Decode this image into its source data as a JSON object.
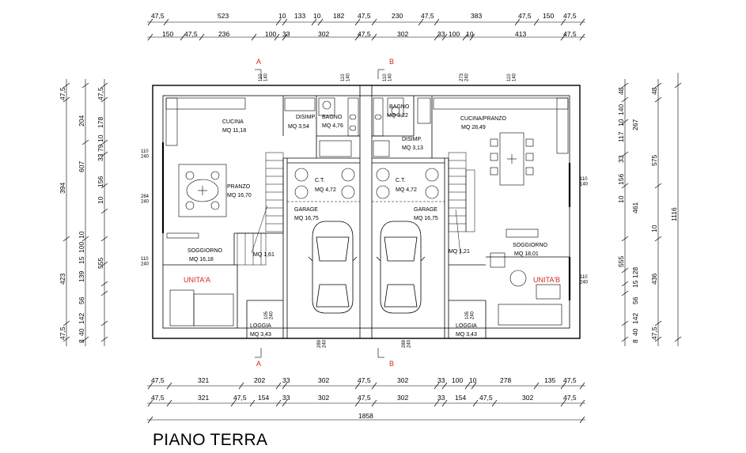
{
  "title": "PIANO TERRA",
  "colors": {
    "line": "#000000",
    "section_mark": "#d0281e"
  },
  "dims_top_row1": [
    "47,5",
    "523",
    "10",
    "133",
    "10",
    "182",
    "47,5",
    "230",
    "47,5",
    "383",
    "47,5",
    "150",
    "47,5"
  ],
  "dims_top_row2": [
    "150",
    "47,5",
    "236",
    "100",
    "33",
    "302",
    "47,5",
    "302",
    "33",
    "100",
    "10",
    "413",
    "47,5"
  ],
  "dims_bottom_row1": [
    "47,5",
    "321",
    "202",
    "33",
    "302",
    "47,5",
    "302",
    "33",
    "100",
    "10",
    "278",
    "135",
    "47,5"
  ],
  "dims_bottom_row2": [
    "47,5",
    "321",
    "47,5",
    "154",
    "33",
    "302",
    "47,5",
    "302",
    "33",
    "154",
    "47,5",
    "302",
    "47,5"
  ],
  "dim_total": "1858",
  "dims_left_outer": [
    "47,5",
    "394",
    "423",
    "47,5"
  ],
  "dims_left_mid": [
    "204",
    "607",
    "555"
  ],
  "dims_left_inner": [
    "47,5",
    "178",
    "33",
    "79",
    "10",
    "156",
    "10",
    "10",
    "100",
    "15",
    "139",
    "56",
    "142",
    "40",
    "8"
  ],
  "dims_right_outer": [
    "48",
    "575",
    "1116",
    "47,5"
  ],
  "dims_right_mid": [
    "267",
    "461",
    "436"
  ],
  "dims_right_inner": [
    "48",
    "140",
    "10",
    "117",
    "33",
    "156",
    "10",
    "10",
    "555",
    "15",
    "128",
    "56",
    "142",
    "40",
    "8"
  ],
  "wall_marks_top": [
    "110\n140",
    "110\n140",
    "110\n140",
    "273\n240",
    "110\n140"
  ],
  "wall_marks_side": [
    "110\n240",
    "284\n240",
    "110\n240",
    "110\n140",
    "110\n240"
  ],
  "wall_marks_bottom": [
    "105\n240",
    "289\n240",
    "289\n240",
    "105\n240"
  ],
  "rooms": {
    "cucina_a": {
      "name": "CUCINA",
      "area": "MQ 11,18"
    },
    "disimp_a": {
      "name": "DISIMP.",
      "area": "MQ 3,54"
    },
    "bagno_a": {
      "name": "BAGNO",
      "area": "MQ 4,76"
    },
    "bagno_b": {
      "name": "BAGNO",
      "area": "MQ 3,22"
    },
    "disimp_b": {
      "name": "DISIMP.",
      "area": "MQ 3,13"
    },
    "cucina_b": {
      "name": "CUCINA/PRANZO",
      "area": "MQ 28,49"
    },
    "pranzo_a": {
      "name": "PRANZO",
      "area": "MQ 16,70"
    },
    "ct_a": {
      "name": "C.T.",
      "area": "MQ 4,72"
    },
    "ct_b": {
      "name": "C.T.",
      "area": "MQ 4,72"
    },
    "garage_a": {
      "name": "GARAGE",
      "area": "MQ 16,75"
    },
    "garage_b": {
      "name": "GARAGE",
      "area": "MQ 16,75"
    },
    "soggiorno_a": {
      "name": "SOGGIORNO",
      "area": "MQ 16,18"
    },
    "stair_a": {
      "area": "MQ 1,61"
    },
    "stair_b": {
      "area": "MQ 1,21"
    },
    "soggiorno_b": {
      "name": "SOGGIORNO",
      "area": "MQ 18,01"
    },
    "loggia_a": {
      "name": "LOGGIA",
      "area": "MQ 3,43"
    },
    "loggia_b": {
      "name": "LOGGIA",
      "area": "MQ 3,43"
    }
  },
  "units": {
    "a": "UNITA'A",
    "b": "UNITA'B"
  },
  "sections": {
    "a_top": "A",
    "b_top": "B",
    "a_bottom": "A",
    "b_bottom": "B"
  }
}
